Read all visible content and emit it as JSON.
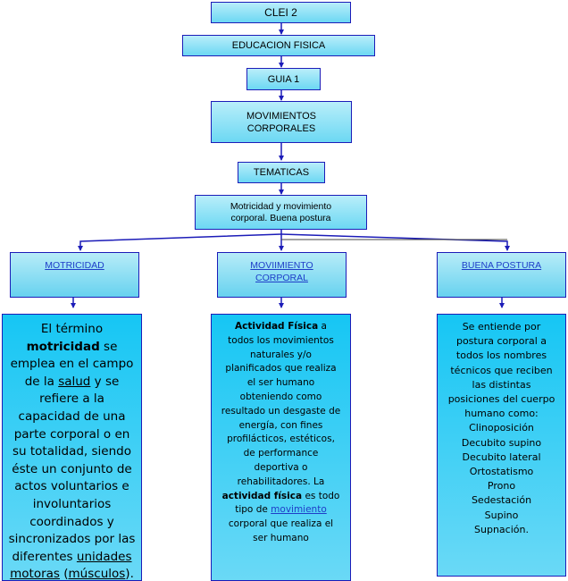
{
  "nodes": {
    "clei": "CLEI 2",
    "educacion": "EDUCACION FISICA",
    "guia": "GUIA  1",
    "movimientos_l1": "MOVIMIENTOS",
    "movimientos_l2": "CORPORALES",
    "tematicas": "TEMATICAS",
    "motricidad_mov_l1": "Motricidad y movimiento",
    "motricidad_mov_l2": "corporal. Buena postura"
  },
  "branches": {
    "motricidad": "MOTRICIDAD",
    "movimiento_l1": "MOVIIMIENTO",
    "movimiento_l2": "CORPORAL",
    "buena_postura": "BUENA POSTURA"
  },
  "texts": {
    "motricidad": {
      "p1": "El término ",
      "b1": "motricidad",
      "p2": " se emplea en el campo de la ",
      "u1": "salud",
      "p3": " y se refiere a la capacidad de una parte corporal o en su totalidad, siendo éste un conjunto de actos voluntarios e involuntarios coordinados y sincronizados por las diferentes ",
      "u2": "unidades motoras",
      "p4": " (",
      "u3": "músculos",
      "p5": ")."
    },
    "movimiento": {
      "b1": "Actividad Física",
      "p1": " a todos los movimientos naturales y/o planificados que realiza el ser humano obteniendo como resultado un desgaste de energía, con fines profilácticos, estéticos, de performance deportiva o rehabilitadores.  La ",
      "b2": "actividad física",
      "p2": " es todo tipo de ",
      "link": "movimiento",
      "p3": " corporal que realiza el ser humano"
    },
    "postura": {
      "intro": "Se entiende  por postura corporal a todos los nombres técnicos  que reciben las distintas posiciones  del cuerpo humano como:",
      "items": [
        "Clinoposición",
        "Decubito  supino",
        "Decubito  lateral",
        "Ortostatismo",
        "Prono",
        "Sedestación",
        "Supino",
        "Supnación."
      ]
    }
  },
  "colors": {
    "line": "#1c1cb8",
    "box_light": "#b9eefa",
    "box_dark": "#6cd8f3",
    "text_box": "#16c6f4",
    "link": "#1e3dc8"
  }
}
